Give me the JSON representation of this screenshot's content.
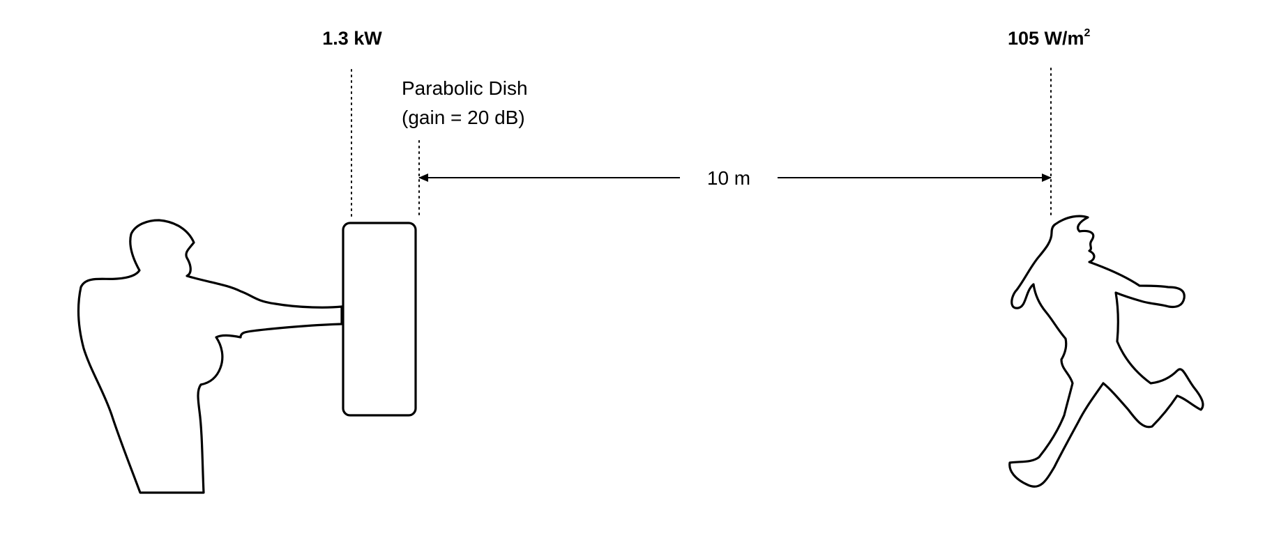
{
  "labels": {
    "power": "1.3 kW",
    "dish_name": "Parabolic Dish",
    "dish_gain": "(gain = 20 dB)",
    "distance": "10 m",
    "intensity_base": "105 W/m",
    "intensity_exp": "2"
  },
  "icons": {
    "operator": "standing-person-icon",
    "dish": "parabolic-dish-icon",
    "target": "running-person-icon"
  }
}
